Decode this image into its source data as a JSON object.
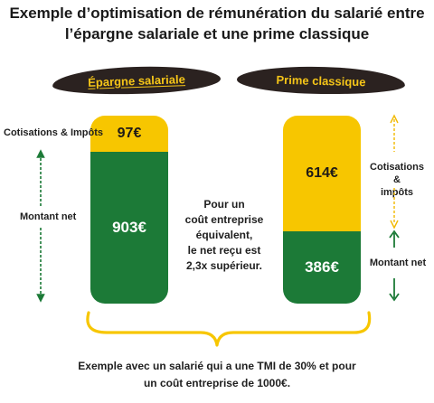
{
  "title": {
    "line1": "Exemple d’optimisation de rémunération du salarié entre",
    "line2": "l’épargne salariale et une prime classique"
  },
  "colors": {
    "green": "#1c7a37",
    "yellow": "#f7c600",
    "banner": "#2b2220",
    "banner_text": "#f5c518"
  },
  "left": {
    "banner": "Épargne salariale",
    "label_top": "Cotisations & Impôts",
    "label_bottom": "Montant net"
  },
  "right": {
    "banner": "Prime classique",
    "label_top_1": "Cotisations &",
    "label_top_2": "impôts",
    "label_bottom": "Montant net"
  },
  "center": {
    "line1": "Pour un",
    "line2": "coût entreprise",
    "line3": "équivalent,",
    "line4": "le net reçu est",
    "line5": "2,3x supérieur."
  },
  "footer": {
    "line1": "Exemple avec un salarié qui a une TMI de 30% et pour",
    "line2": "un coût entreprise de 1000€."
  },
  "chart_data": {
    "type": "bar",
    "stacked": true,
    "categories": [
      "Épargne salariale",
      "Prime classique"
    ],
    "total": 1000,
    "series": [
      {
        "name": "Cotisations & Impôts",
        "values": [
          97,
          614
        ],
        "labels": [
          "97€",
          "614€"
        ],
        "color": "#f7c600"
      },
      {
        "name": "Montant net",
        "values": [
          903,
          386
        ],
        "labels": [
          "903€",
          "386€"
        ],
        "color": "#1c7a37"
      }
    ]
  }
}
